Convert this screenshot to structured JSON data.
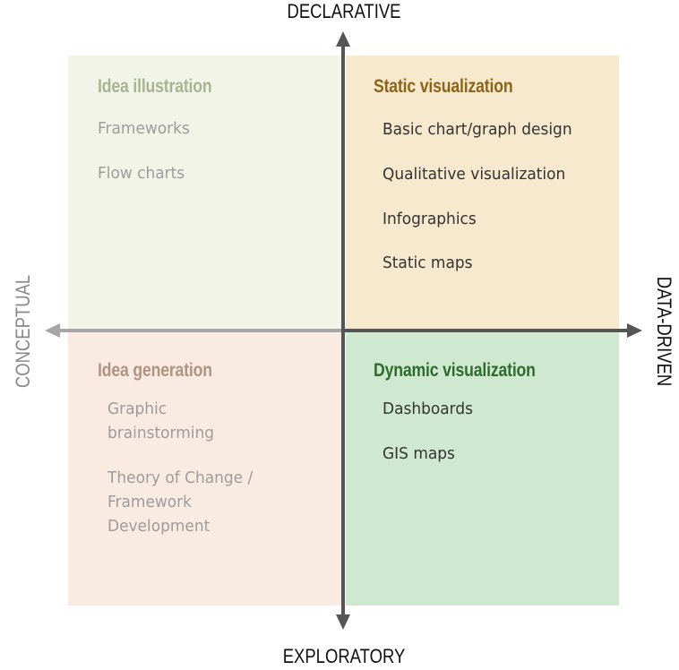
{
  "axes": {
    "top": "DECLARATIVE",
    "bottom": "EXPLORATORY",
    "left": "CONCEPTUAL",
    "right": "DATA-DRIVEN"
  },
  "quadrants": {
    "top_left": {
      "title": "Idea illustration",
      "items": [
        "Frameworks",
        "Flow charts"
      ],
      "bg_color": "#f2f4e8",
      "title_color": "#a9b293",
      "text_color": "#9c9c9c"
    },
    "top_right": {
      "title": "Static visualization",
      "items": [
        "Basic chart/graph design",
        "Qualitative visualization",
        "Infographics",
        "Static maps"
      ],
      "bg_color": "#f6e9cd",
      "title_color": "#8c6416",
      "text_color": "#333333"
    },
    "bottom_left": {
      "title": "Idea generation",
      "items": [
        "Graphic",
        "brainstorming",
        "Theory of Change /",
        "Framework",
        "Development"
      ],
      "bg_color": "#f9ebe2",
      "title_color": "#b09483",
      "text_color": "#9c9c9c"
    },
    "bottom_right": {
      "title": "Dynamic visualization",
      "items": [
        "Dashboards",
        "GIS maps"
      ],
      "bg_color": "#cfe9d0",
      "title_color": "#2f6b2f",
      "text_color": "#333333"
    }
  },
  "colors": {
    "axis_dark": "#555555",
    "axis_light": "#a6a6a6"
  }
}
